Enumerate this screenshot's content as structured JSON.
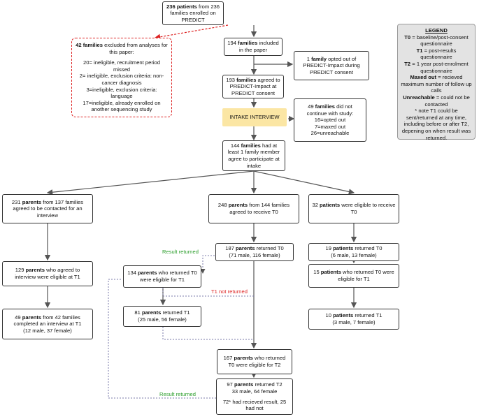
{
  "boxes": {
    "enrolled": {
      "b": "236 patients",
      "r": " from 236 families enrolled on PREDICT"
    },
    "excluded": {
      "line1b": "42 families",
      "line1r": " excluded from analyses for this paper:",
      "l2": "20= ineligible, recruitment period missed",
      "l3": "2= ineligible, exclusion criteria: non-cancer diagnosis",
      "l4": "3=ineligible, exclusion criteria: language",
      "l5": "17=ineligible, already enrolled on another sequencing study"
    },
    "included": {
      "pre": "194 ",
      "b": "families",
      "r": " included in the paper"
    },
    "optedout": {
      "pre": "1 ",
      "b": "family",
      "r": " opted out of PREDICT-Impact during PREDICT consent"
    },
    "agreed": {
      "pre": "193 ",
      "b": "families",
      "r": " agreed to PREDICT-Impact at PREDICT consent"
    },
    "intake": {
      "text": "INTAKE INTERVIEW"
    },
    "notcont": {
      "pre": "49 ",
      "b": "families",
      "r": " did not continue with study:",
      "l2": "16=opted out",
      "l3": "7=maxed out",
      "l4": "26=unreachable"
    },
    "agree144": {
      "pre": "144 ",
      "b": "families",
      "r": " had at least 1 family member agree to participate at intake"
    },
    "p231": {
      "pre": "231 ",
      "b": "parents",
      "r": " from 137 families agreed to be contacted for an interview"
    },
    "p248": {
      "pre": "248 ",
      "b": "parents",
      "r": " from 144 families agreed to receive T0"
    },
    "pt32": {
      "pre": "32 ",
      "b": "patients",
      "r": " were eligible to receive T0"
    },
    "p129": {
      "pre": "129 ",
      "b": "parents",
      "r": " who agreed to interview were eligible at T1"
    },
    "p49": {
      "pre": "49 ",
      "b": "parents",
      "r": " from 42 families completed an interview at T1",
      "l2": "(12 male, 37 female)"
    },
    "p187": {
      "pre": "187 ",
      "b": "parents",
      "r": " returned T0",
      "l2": "(71 male, 116 female)"
    },
    "p134": {
      "pre": "134 ",
      "b": "parents",
      "r": " who returned T0 were eligible for T1"
    },
    "p81": {
      "pre": "81 ",
      "b": "parents",
      "r": " returned T1",
      "l2": "(25 male, 56 female)"
    },
    "p167": {
      "pre": "167 ",
      "b": "parents",
      "r": " who returned T0 were eligible for T2"
    },
    "p97": {
      "pre": "97 ",
      "b": "parents",
      "r": " returned T2",
      "l2": "33 male, 64 female",
      "l3": "72* had recieved result, 25 had not"
    },
    "pt19": {
      "pre": "19 ",
      "b": "patients",
      "r": " returned T0",
      "l2": "(6 male, 13 female)"
    },
    "pt15": {
      "pre": "15 ",
      "b": "patients",
      "r": " who returned T0 were eligible for T1"
    },
    "pt10": {
      "pre": "10 ",
      "b": "patients",
      "r": " returned T1",
      "l2": "(3 male, 7 female)"
    }
  },
  "labels": {
    "result_returned_1": "Result returned",
    "t1_not_returned": "T1 not returned",
    "result_returned_2": "Result returned"
  },
  "legend": {
    "title": "LEGEND",
    "items": [
      {
        "k": "T0",
        "v": " = baseline/post-consent questionnaire"
      },
      {
        "k": "T1",
        "v": " = post-results questionnaire"
      },
      {
        "k": "T2",
        "v": " = 1 year post-enrolment questionnaire"
      },
      {
        "k": "Maxed out",
        "v": " = recieved maximum number of follow up calls"
      },
      {
        "k": "Unreachable",
        "v": " = could not be contacted"
      }
    ],
    "note": "* note T1 could be sent/returned at any time, including before or after T2, depening on when result was returned."
  },
  "colors": {
    "red": "#dd2222",
    "green": "#2a9d2a",
    "yellow": "#fbe6a4",
    "line": "#555555"
  }
}
